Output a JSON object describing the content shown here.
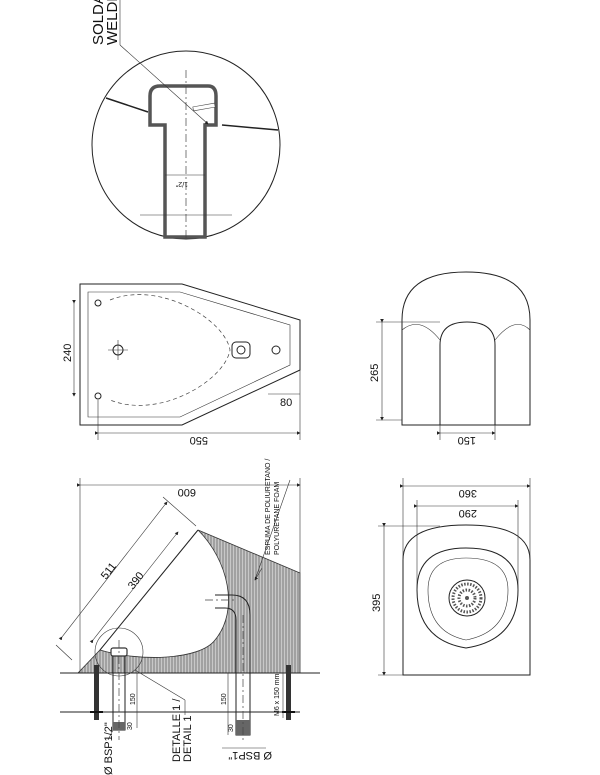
{
  "detail": {
    "weld_label_1": "SOLDA",
    "weld_label_2": "WELDE",
    "pipe_dim": "1/2\""
  },
  "top_view": {
    "width_dim": "240",
    "length_dim": "550",
    "offset_dim": "80"
  },
  "front_view": {
    "height_dim": "265",
    "width_dim": "150"
  },
  "side_view": {
    "total_length": "600",
    "diag_outer": "511",
    "diag_inner": "390",
    "foam_label_1": "ESPUMA DE POLIURETANO /",
    "foam_label_2": "POLYURETANE FOAM",
    "bolt_label": "M6 x 150 mm",
    "depth_left": "150",
    "depth_right": "150",
    "small_left": "30",
    "small_right": "30",
    "detail_label_1": "DETALLE 1 /",
    "detail_label_2": "DETAIL 1",
    "inlet_label": "Ø BSP1/2\"",
    "outlet_label": "Ø BSP1\""
  },
  "plan_view": {
    "outer_width": "360",
    "inner_width": "290",
    "depth": "395"
  }
}
